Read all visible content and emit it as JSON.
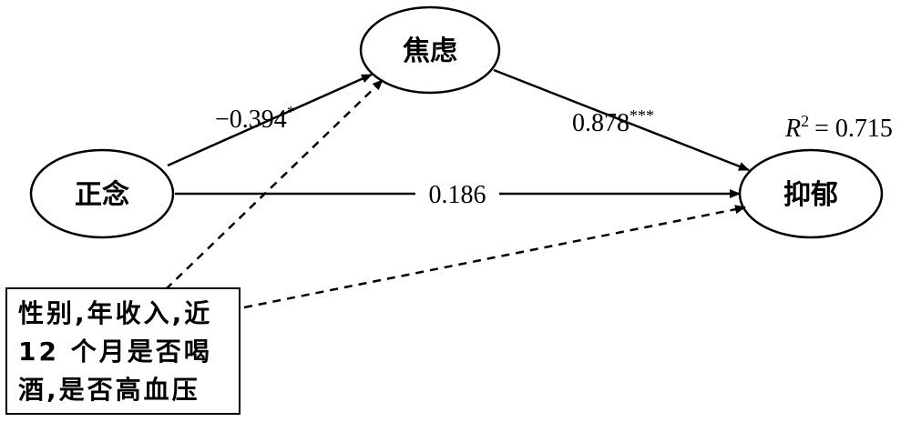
{
  "nodes": {
    "mindfulness": "正念",
    "anxiety": "焦虑",
    "depression": "抑郁"
  },
  "paths": {
    "mindfulness_to_anxiety": {
      "coef": "−0.394",
      "sig": "*"
    },
    "anxiety_to_depression": {
      "coef": "0.878",
      "sig": "***"
    },
    "mindfulness_to_depression": {
      "coef": "0.186",
      "sig": ""
    }
  },
  "r_squared": {
    "var": "R",
    "exp": "2",
    "value": "= 0.715"
  },
  "covariates": {
    "lines": [
      "性别,年收入,近",
      "12 个月是否喝",
      "酒,是否高血压"
    ]
  },
  "colors": {
    "stroke": "#000000",
    "background": "#ffffff"
  }
}
